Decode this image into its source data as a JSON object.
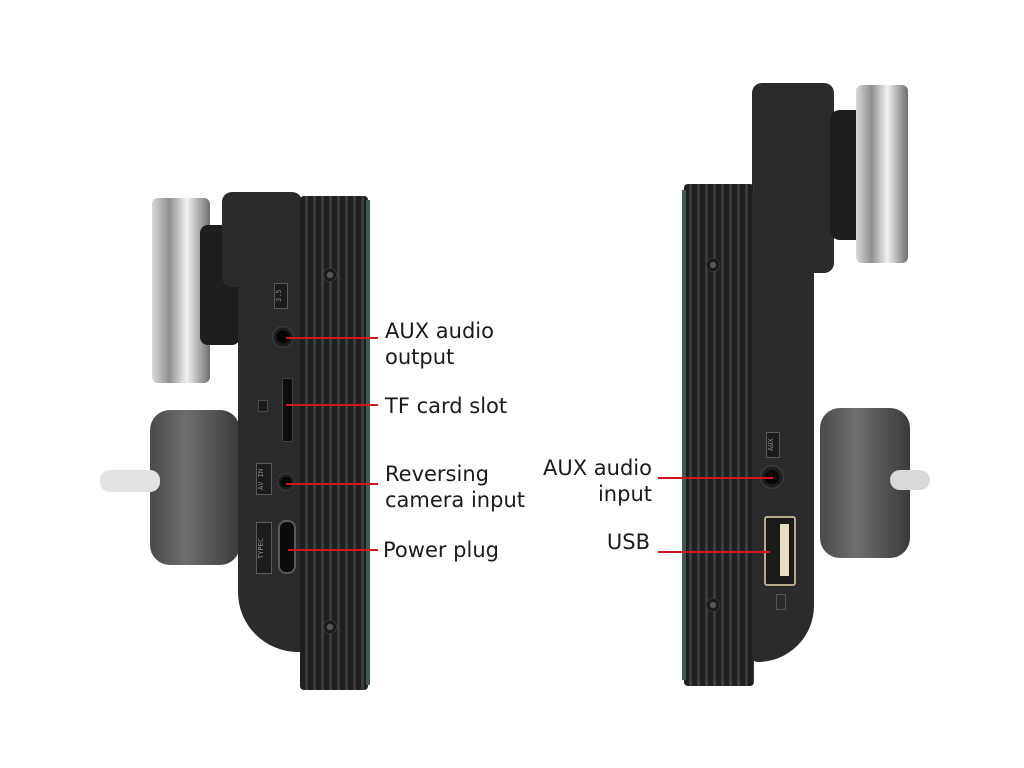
{
  "left_device": {
    "view": "left side",
    "port_tags": [
      "3.5",
      "AV IN",
      "TYPEC"
    ],
    "callouts": [
      {
        "id": "aux-out",
        "lines": [
          "AUX audio",
          "output"
        ]
      },
      {
        "id": "tf-slot",
        "lines": [
          "TF card slot"
        ]
      },
      {
        "id": "av-in",
        "lines": [
          "Reversing",
          "camera input"
        ]
      },
      {
        "id": "power",
        "lines": [
          "Power plug"
        ]
      }
    ]
  },
  "right_device": {
    "view": "right side",
    "port_tags": [
      "AUX"
    ],
    "callouts": [
      {
        "id": "aux-in",
        "lines": [
          "AUX audio",
          "input"
        ]
      },
      {
        "id": "usb",
        "lines": [
          "USB",
          ""
        ]
      }
    ]
  },
  "colors": {
    "callout_line": "#d0161c",
    "device_body": "#2b2b2d",
    "background": "#ffffff"
  }
}
